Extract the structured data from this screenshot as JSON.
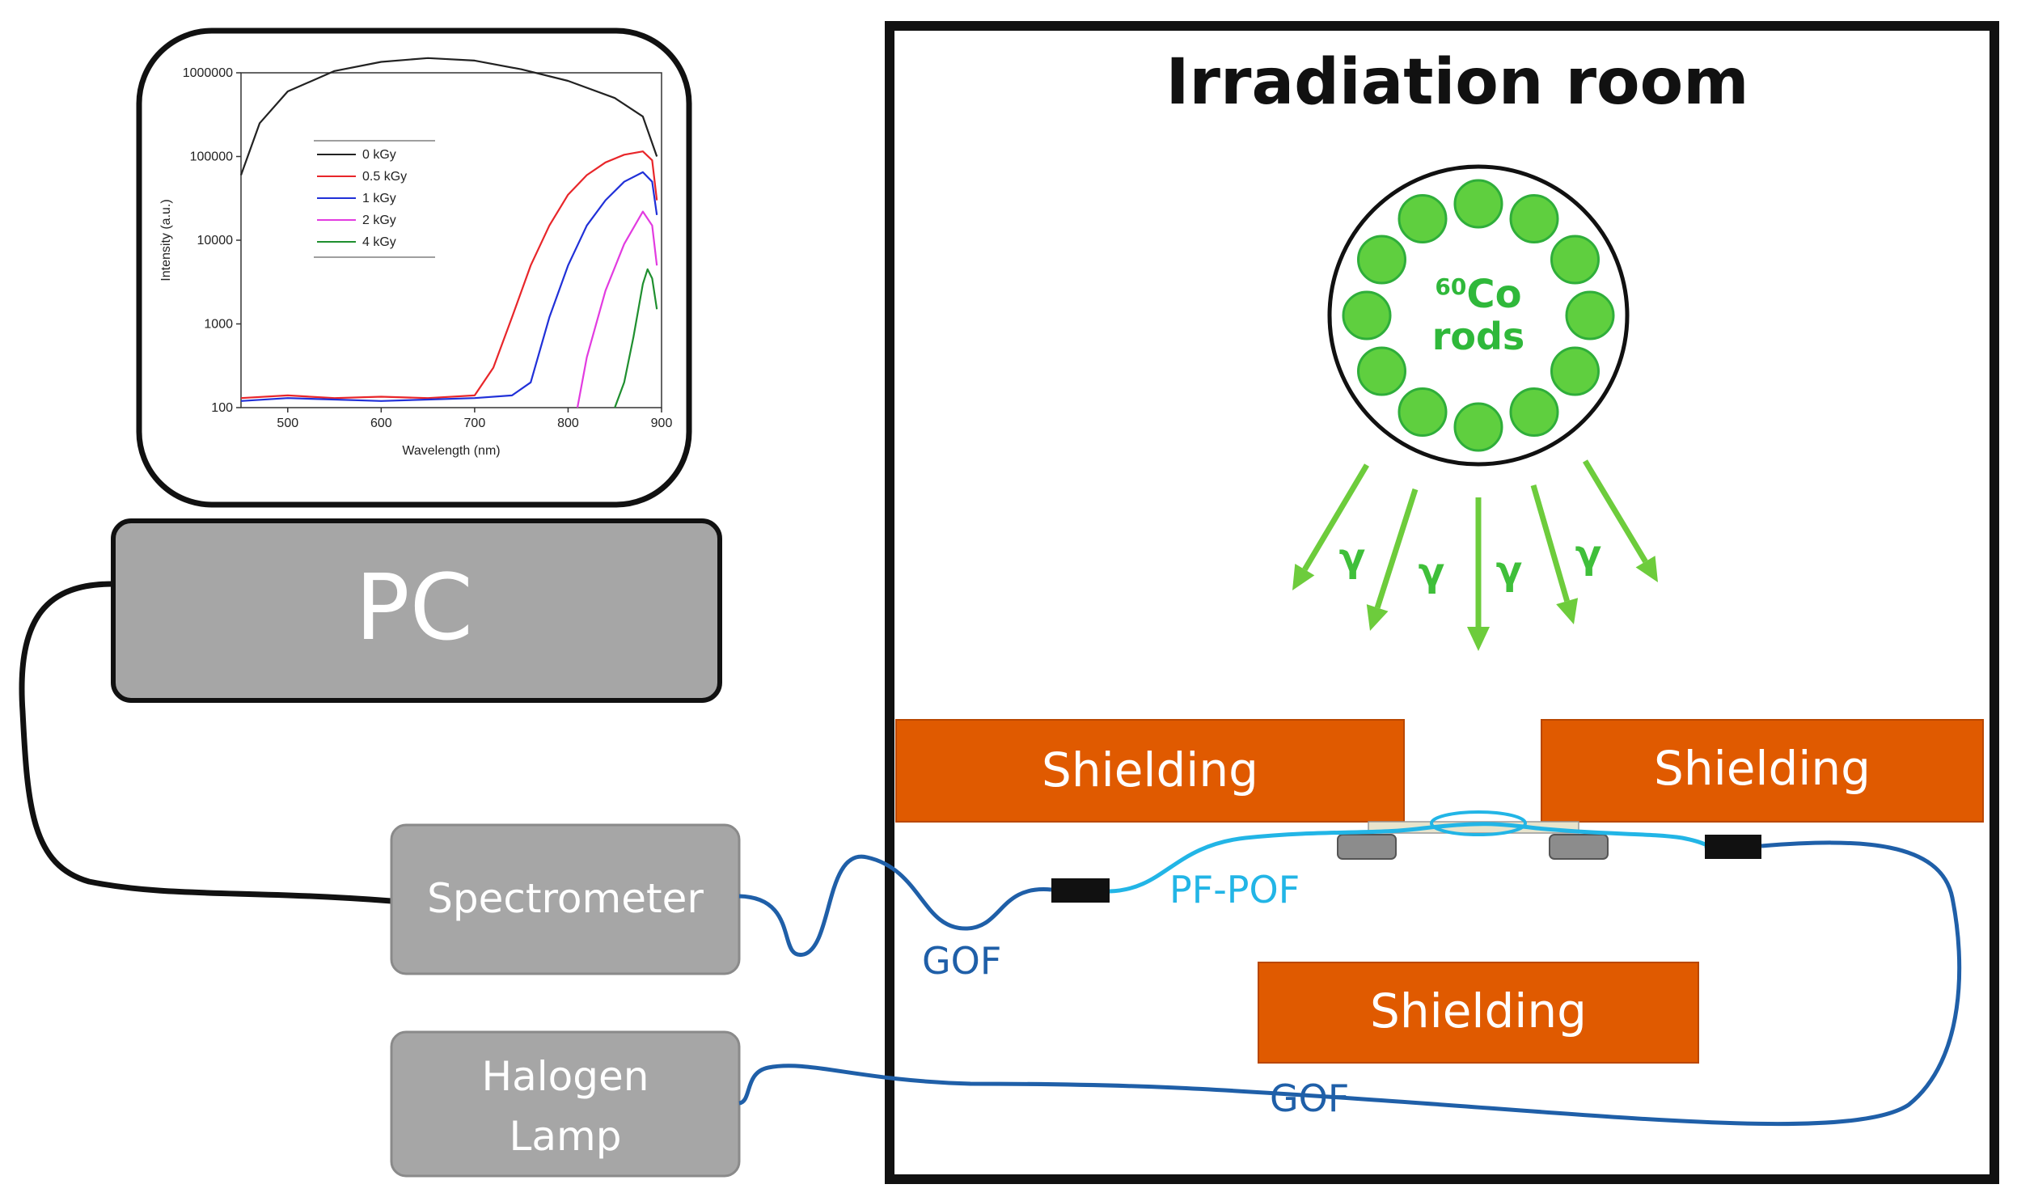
{
  "pc": {
    "label": "PC"
  },
  "devices": {
    "spectrometer": "Spectrometer",
    "halogen_lamp_line1": "Halogen",
    "halogen_lamp_line2": "Lamp"
  },
  "room": {
    "title": "Irradiation room",
    "source_superscript": "60",
    "source_element": "Co",
    "source_word": "rods",
    "gamma_symbol": "γ",
    "shielding_label": "Shielding"
  },
  "fibers": {
    "gof_label": "GOF",
    "pf_pof_label": "PF-POF"
  },
  "colors": {
    "shielding": "#e05a00",
    "gof": "#1f5fa8",
    "pf_pof": "#22b5e6",
    "rods": "#5fcf3f",
    "rod_edge": "#2fae3a",
    "gamma": "#6dcc3c",
    "gamma_text": "#3fbf3a",
    "device_box": "#a6a6a6",
    "pc_box": "#a6a6a6"
  },
  "chart_data": {
    "type": "line",
    "title": "",
    "xlabel": "Wavelength (nm)",
    "ylabel": "Intensity (a.u.)",
    "xlim": [
      450,
      900
    ],
    "ylim": [
      100,
      1000000
    ],
    "yscale": "log",
    "x_ticks": [
      500,
      600,
      700,
      800,
      900
    ],
    "y_ticks": [
      100,
      1000,
      10000,
      100000,
      1000000
    ],
    "y_tick_labels": [
      "100",
      "1000",
      "10000",
      "100000",
      "1000000"
    ],
    "legend_position": "top-left",
    "series": [
      {
        "name": "0 kGy",
        "color": "#222222",
        "x": [
          450,
          470,
          500,
          550,
          600,
          650,
          700,
          750,
          800,
          850,
          880,
          895
        ],
        "y": [
          60000,
          250000,
          600000,
          1050000,
          1350000,
          1500000,
          1400000,
          1100000,
          800000,
          500000,
          300000,
          100000
        ]
      },
      {
        "name": "0.5 kGy",
        "color": "#e8262a",
        "x": [
          450,
          500,
          550,
          600,
          650,
          700,
          720,
          740,
          760,
          780,
          800,
          820,
          840,
          860,
          880,
          890,
          895
        ],
        "y": [
          130,
          140,
          130,
          135,
          130,
          140,
          300,
          1200,
          5000,
          15000,
          35000,
          60000,
          85000,
          105000,
          115000,
          90000,
          30000
        ]
      },
      {
        "name": "1 kGy",
        "color": "#2030d8",
        "x": [
          450,
          500,
          550,
          600,
          650,
          700,
          740,
          760,
          780,
          800,
          820,
          840,
          860,
          880,
          890,
          895
        ],
        "y": [
          120,
          130,
          125,
          120,
          125,
          130,
          140,
          200,
          1200,
          5000,
          15000,
          30000,
          50000,
          65000,
          50000,
          20000
        ]
      },
      {
        "name": "2 kGy",
        "color": "#e23be0",
        "x": [
          810,
          820,
          840,
          860,
          880,
          890,
          895
        ],
        "y": [
          100,
          400,
          2500,
          9000,
          22000,
          15000,
          5000
        ]
      },
      {
        "name": "4 kGy",
        "color": "#1f8f2f",
        "x": [
          850,
          860,
          870,
          880,
          885,
          890,
          895
        ],
        "y": [
          100,
          200,
          700,
          3000,
          4500,
          3500,
          1500
        ]
      }
    ]
  }
}
